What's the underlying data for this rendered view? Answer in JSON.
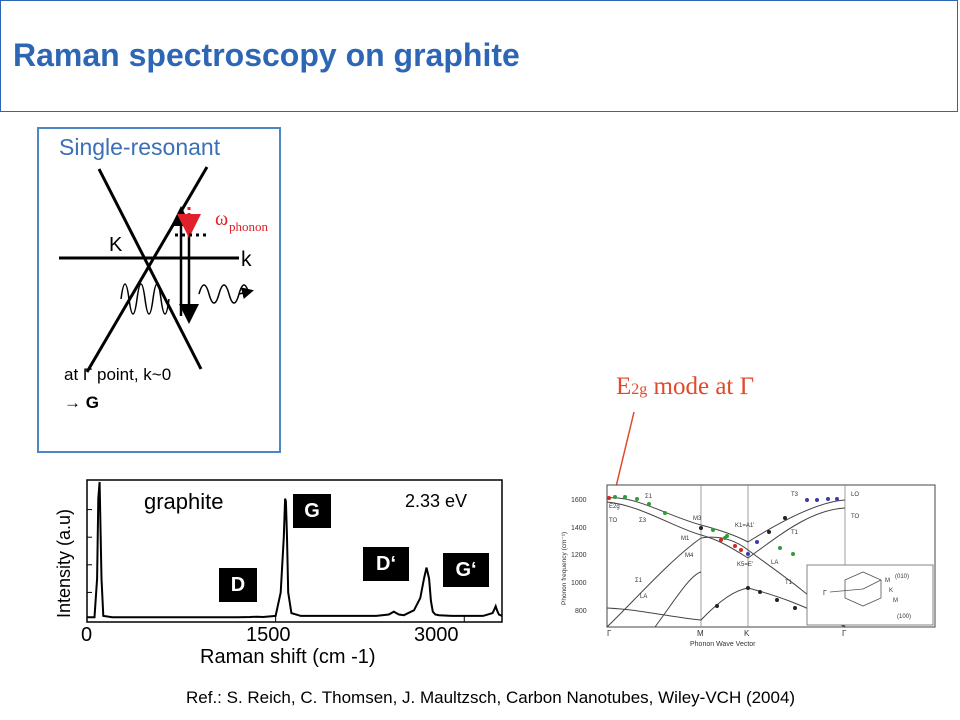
{
  "slide": {
    "title": "Raman spectroscopy on graphite",
    "reference": "Ref.: S. Reich, C. Thomsen, J. Maultzsch, Carbon Nanotubes, Wiley-VCH (2004)"
  },
  "diagram": {
    "title": "Single-resonant",
    "point_label": "K",
    "axis_label": "k",
    "omega_symbol": "ω",
    "omega_sub": "phonon",
    "caption_line1": "at Γ point, k~0",
    "caption_line2": "→ G",
    "colors": {
      "frame": "#4d86c4",
      "title": "#3b6fb6",
      "phonon": "#e0202a"
    }
  },
  "annotation": {
    "e_letter": "E",
    "e_sub": "2g",
    "rest": " mode at Γ",
    "color": "#e04a2a"
  },
  "spectrum": {
    "sample_label": "graphite",
    "energy_label": "2.33 eV",
    "ylabel": "Intensity (a.u)",
    "xlabel": "Raman shift (cm -1)",
    "xticks": [
      "0",
      "1500",
      "3000"
    ],
    "peak_labels": {
      "D": "D",
      "G": "G",
      "Dp": "D‘",
      "Gp": "G‘"
    }
  },
  "chart_data": {
    "type": "line",
    "xlabel": "Raman shift (cm -1)",
    "ylabel": "Intensity (a.u)",
    "xlim": [
      0,
      3300
    ],
    "ylim": [
      0,
      1
    ],
    "xticks": [
      0,
      1500,
      3000
    ],
    "series": [
      {
        "x": [
          0,
          60,
          80,
          90,
          100,
          115,
          130,
          200,
          400,
          800,
          1200,
          1300,
          1350,
          1400,
          1500,
          1540,
          1565,
          1575,
          1582,
          1590,
          1600,
          1625,
          1700,
          2000,
          2300,
          2400,
          2440,
          2460,
          2480,
          2520,
          2600,
          2650,
          2680,
          2700,
          2720,
          2735,
          2750,
          2770,
          2800,
          2900,
          3000,
          3150,
          3225,
          3240,
          3250,
          3260,
          3275,
          3300
        ],
        "y": [
          0.02,
          0.02,
          0.3,
          0.88,
          1.0,
          0.3,
          0.03,
          0.02,
          0.02,
          0.02,
          0.02,
          0.022,
          0.024,
          0.022,
          0.03,
          0.2,
          0.6,
          0.88,
          0.86,
          0.6,
          0.2,
          0.05,
          0.03,
          0.03,
          0.03,
          0.04,
          0.06,
          0.05,
          0.04,
          0.035,
          0.07,
          0.16,
          0.3,
          0.38,
          0.3,
          0.14,
          0.06,
          0.04,
          0.035,
          0.03,
          0.03,
          0.03,
          0.05,
          0.08,
          0.1,
          0.07,
          0.04,
          0.03
        ]
      }
    ]
  },
  "dispersion": {
    "ylabel": "Phonon frequency (cm⁻¹)",
    "xlabel": "Phonon Wave Vector",
    "yticks": [
      "1600",
      "1400",
      "1200",
      "1000",
      "800"
    ],
    "xticks": [
      "Γ",
      "M",
      "K",
      "Γ"
    ],
    "branch_labels": {
      "lo": "LO",
      "to_right": "TO",
      "e2g": "E2g",
      "to_left": "TO",
      "la_right": "LA",
      "la_left": "LA",
      "sigma1": "Σ1",
      "sigma3": "Σ3",
      "sigma1b": "Σ1",
      "m3": "M3",
      "m1": "M1",
      "m4": "M4",
      "k1": "K1=A1'",
      "k5": "K5=E'",
      "t3": "T3",
      "t1": "T1",
      "t1b": "T1"
    },
    "inset": {
      "m": "M",
      "k": "K",
      "gamma": "Γ",
      "m2": "M",
      "l010": "(010)",
      "l100": "(100)"
    }
  }
}
